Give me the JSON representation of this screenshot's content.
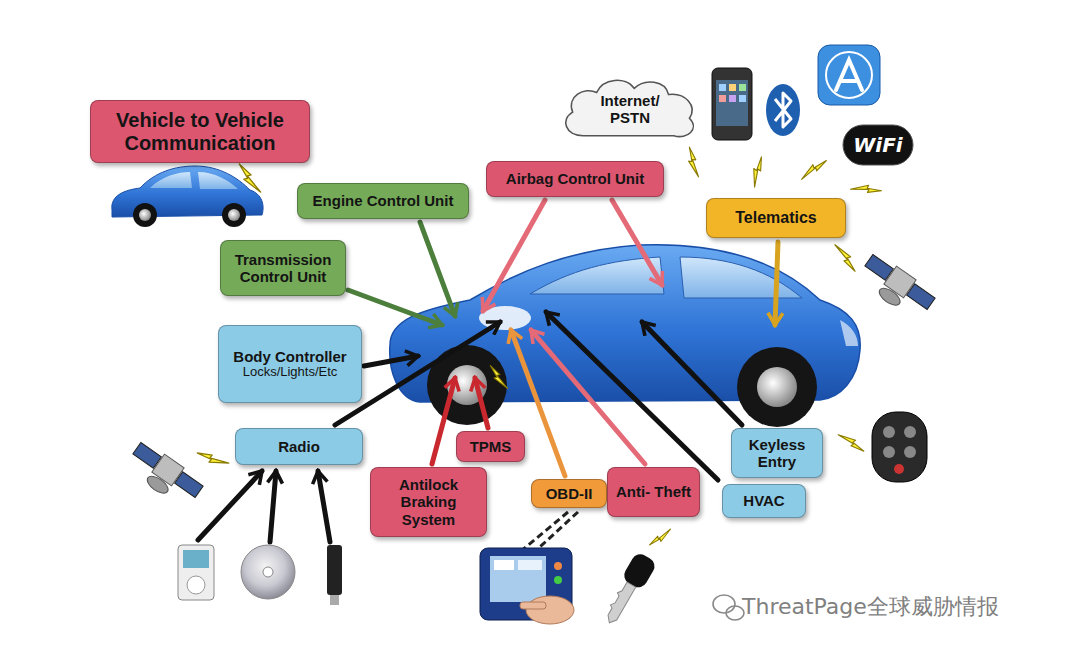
{
  "diagram": {
    "nodes": [
      {
        "text": [
          "Vehicle to Vehicle Communication"
        ]
      },
      {
        "text": [
          "Internet/ PSTN"
        ]
      },
      {
        "text": [
          "Engine Control Unit"
        ]
      },
      {
        "text": [
          "Airbag Control Unit"
        ]
      },
      {
        "text": [
          "Telematics"
        ]
      },
      {
        "text": [
          "Transmission Control Unit"
        ]
      },
      {
        "text": [
          "Body Controller",
          "Locks/Lights/Etc"
        ]
      },
      {
        "text": [
          "Radio"
        ]
      },
      {
        "text": [
          "TPMS"
        ]
      },
      {
        "text": [
          "Antilock Braking System"
        ]
      },
      {
        "text": [
          "OBD-II"
        ]
      },
      {
        "text": [
          "Anti- Theft"
        ]
      },
      {
        "text": [
          "Keyless Entry"
        ]
      },
      {
        "text": [
          "HVAC"
        ]
      }
    ],
    "labels": [
      "WiFi",
      "ThreatPage全球威胁情报"
    ]
  }
}
